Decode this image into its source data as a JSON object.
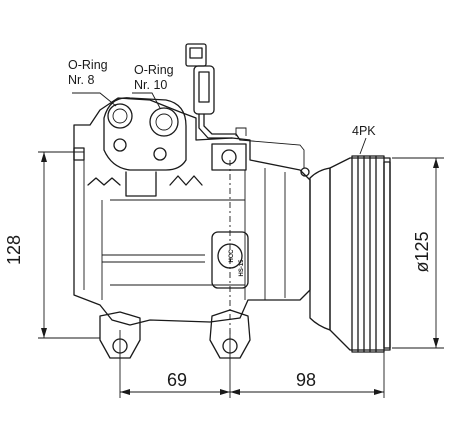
{
  "labels": {
    "oring_left": [
      "O-Ring",
      "Nr. 8"
    ],
    "oring_right": [
      "O-Ring",
      "Nr. 10"
    ],
    "belt": "4PK",
    "logo": "HCC",
    "model": "HS-15"
  },
  "dimensions": {
    "height": "128",
    "pulley_diameter": "ø125",
    "mount_left": "69",
    "mount_right": "98"
  },
  "colors": {
    "line": "#1a1a1a",
    "background": "#ffffff"
  }
}
